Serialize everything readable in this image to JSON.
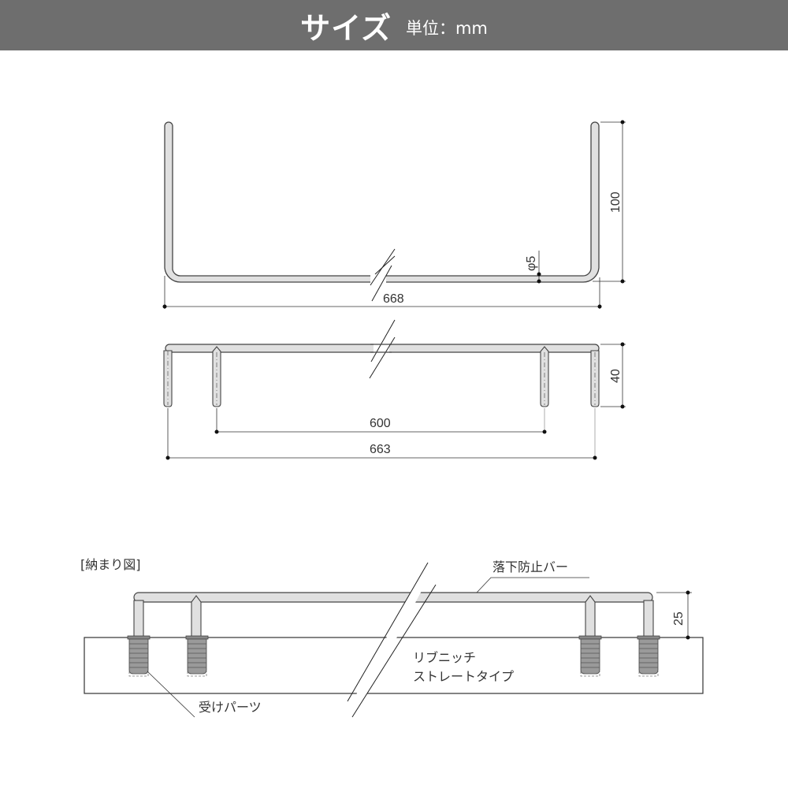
{
  "header": {
    "title": "サイズ",
    "unit_label": "単位：mm"
  },
  "colors": {
    "header_bg": "#6e6e6e",
    "header_text": "#ffffff",
    "rod_fill": "#e0e0e0",
    "rod_stroke": "#444444",
    "dim_line": "#333333",
    "anchor_fill": "#9a9a9a",
    "text": "#333333"
  },
  "top_view": {
    "width_label": "668",
    "height_label": "100",
    "diameter_label": "φ5"
  },
  "side_view": {
    "height_label": "40",
    "inner_width_label": "600",
    "outer_width_label": "663"
  },
  "installation": {
    "section_label": "[納まり図]",
    "bar_label": "落下防止バー",
    "shelf_label_line1": "リブニッチ",
    "shelf_label_line2": "ストレートタイプ",
    "anchor_label": "受けパーツ",
    "height_label": "25"
  }
}
